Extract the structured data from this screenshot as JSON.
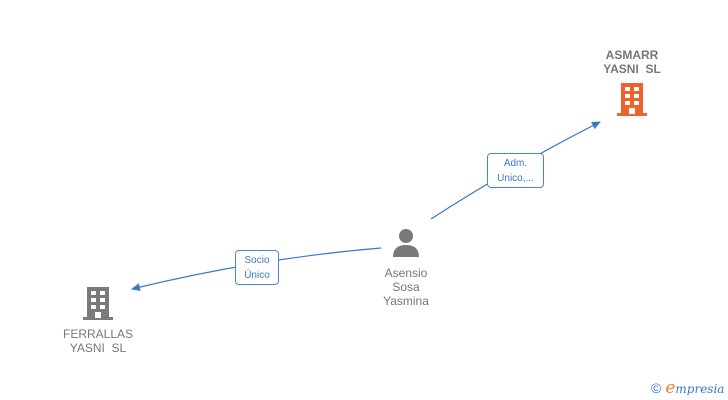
{
  "nodes": {
    "asmarr": {
      "line1": "ASMARR",
      "line2": "YASNI  SL",
      "icon": "building-icon",
      "color": "#f0622d"
    },
    "person": {
      "line1": "Asensio",
      "line2": "Sosa",
      "line3": "Yasmina",
      "icon": "person-icon",
      "color": "#7a7a7a"
    },
    "ferrallas": {
      "line1": "FERRALLAS",
      "line2": "YASNI  SL",
      "icon": "building-icon",
      "color": "#7a7a7a"
    }
  },
  "edges": [
    {
      "from": "person",
      "to": "asmarr",
      "label_line1": "Adm.",
      "label_line2": "Unico,..."
    },
    {
      "from": "person",
      "to": "ferrallas",
      "label_line1": "Socio",
      "label_line2": "Único"
    }
  ],
  "colors": {
    "edge": "#3a78c8"
  },
  "brand": {
    "copyright": "©",
    "e": "e",
    "rest": "mpresia"
  }
}
